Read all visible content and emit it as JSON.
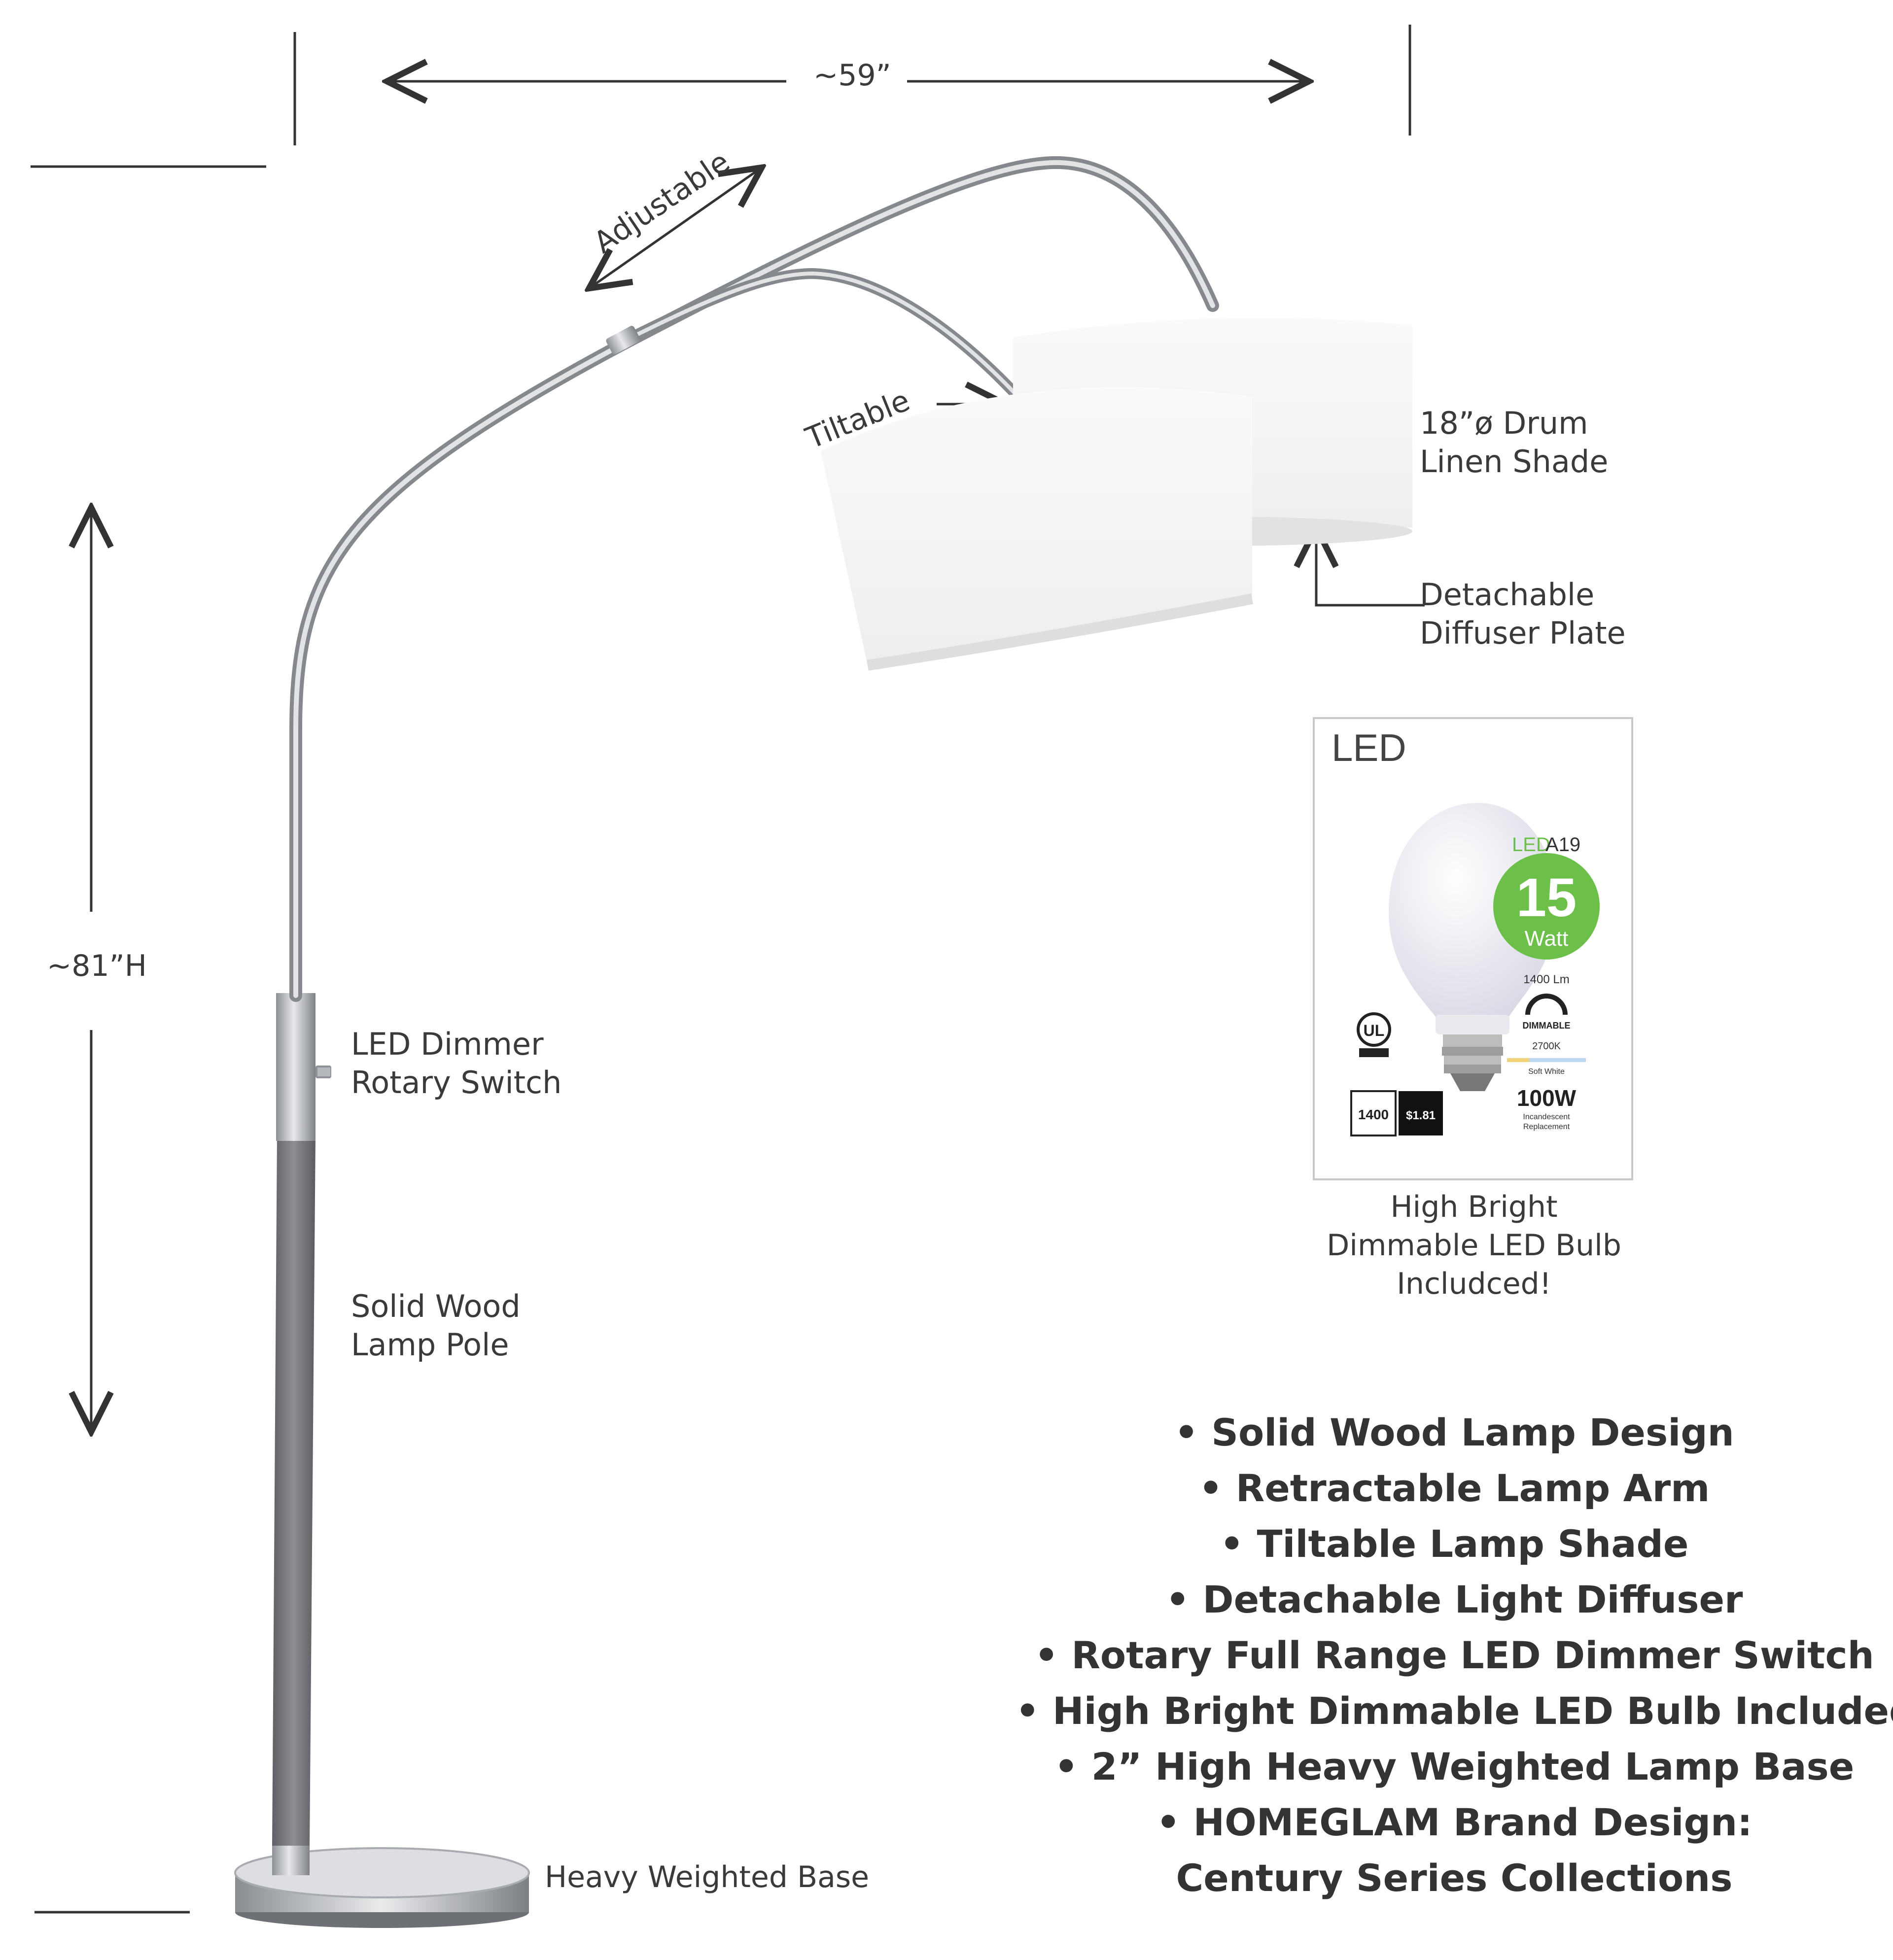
{
  "dimensions": {
    "width_label": "~59”",
    "height_label": "~81”H"
  },
  "labels": {
    "adjustable": "Adjustable",
    "tiltable": "Tiltable",
    "shade": [
      "18”ø Drum",
      "Linen Shade"
    ],
    "diffuser": [
      "Detachable",
      "Diffuser Plate"
    ],
    "dimmer": [
      "LED Dimmer",
      "Rotary Switch"
    ],
    "pole": [
      "Solid Wood",
      "Lamp Pole"
    ],
    "base": "Heavy Weighted Base"
  },
  "bulb_package": {
    "header": "LED",
    "type_prefix": "LED",
    "type_model": "A19",
    "watt_number": "15",
    "watt_unit": "Watt",
    "lumens": "1400 Lm",
    "dimmable": "DIMMABLE",
    "color_temp": "2700K",
    "tone": "Soft White",
    "equivalent": "100W",
    "equivalent_note": [
      "Incandescent",
      "Replacement"
    ],
    "brightness_box": "1400",
    "cost_box": "$1.81",
    "accent_color": "#6cc04a"
  },
  "bulb_caption": [
    "High Bright",
    "Dimmable LED Bulb",
    "Includced!"
  ],
  "features": [
    "• Solid Wood Lamp Design",
    "• Retractable Lamp Arm",
    "• Tiltable Lamp Shade",
    "• Detachable Light Diffuser",
    "• Rotary Full Range LED Dimmer Switch",
    "• High Bright Dimmable LED Bulb Included",
    "• 2” High Heavy Weighted Lamp Base",
    "• HOMEGLAM Brand Design:",
    "Century Series Collections"
  ],
  "colors": {
    "metal": "#b9bcc0",
    "wood": "#7b7d81",
    "shade": "#f3f3f3",
    "text": "#3a3a3a"
  }
}
